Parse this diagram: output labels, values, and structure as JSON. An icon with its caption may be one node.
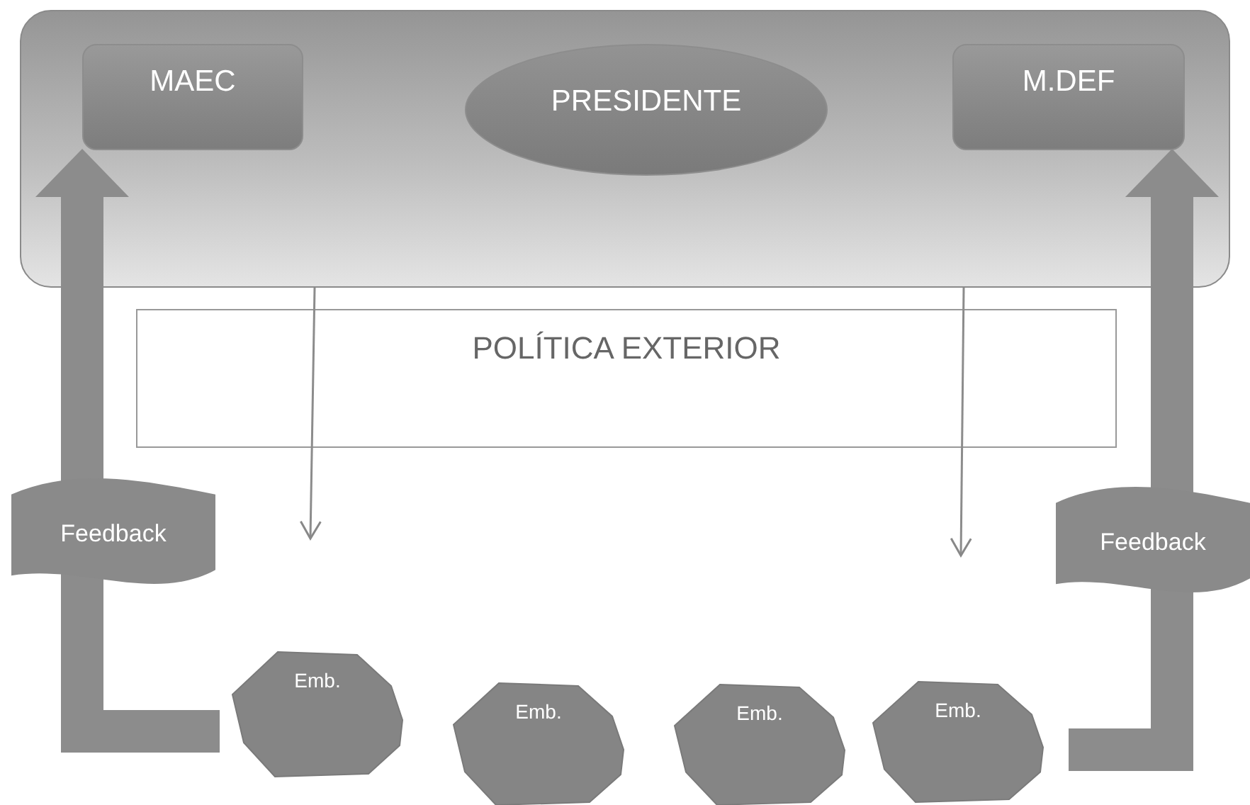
{
  "diagram": {
    "nodes": [
      {
        "text": [],
        "shape": "box"
      },
      {
        "text": [
          "MAEC"
        ],
        "in": 0
      },
      {
        "text": [
          "PRESIDENTE"
        ],
        "in": 0
      },
      {
        "text": [
          "M.DEF"
        ],
        "in": 0
      },
      {
        "text": [
          "POLÍTICA EXTERIOR"
        ]
      },
      {
        "text": [
          "Emb."
        ]
      },
      {
        "text": [
          "Emb."
        ]
      },
      {
        "text": [
          "Emb."
        ]
      },
      {
        "text": [
          "Emb."
        ]
      },
      {
        "text": [
          "Feedback"
        ]
      },
      {
        "text": [
          "Feedback"
        ]
      }
    ],
    "edges": [
      {
        "from": null,
        "to": 1,
        "arrow": "to",
        "style": "thick"
      },
      {
        "from": 0,
        "to": null,
        "arrow": "to"
      },
      {
        "from": 0,
        "to": null,
        "arrow": "to"
      },
      {
        "from": null,
        "to": 3,
        "arrow": "to",
        "style": "thick"
      }
    ]
  }
}
